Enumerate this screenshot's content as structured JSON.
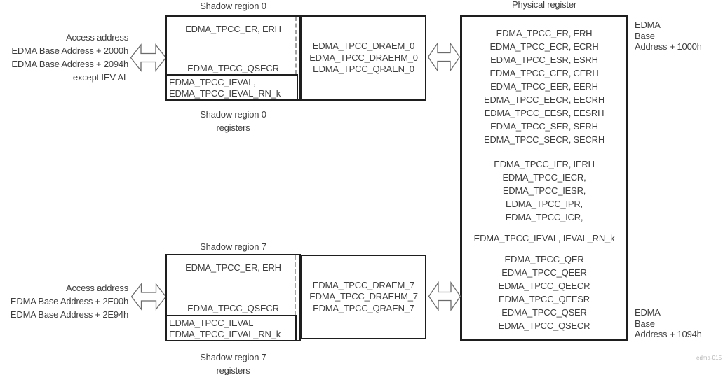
{
  "colors": {
    "text": "#3e3e3e",
    "border": "#1e1e1e",
    "dashed_line": "#a3a3a3",
    "arrow_outline": "#6b6b6b"
  },
  "watermark": "edma-015",
  "physical": {
    "title": "Physical register",
    "base_top": [
      "EDMA",
      "Base",
      "Address + 1000h"
    ],
    "base_bottom": [
      "EDMA",
      "Base",
      "Address + 1094h"
    ],
    "group_a": [
      "EDMA_TPCC_ER, ERH",
      "EDMA_TPCC_ECR, ECRH",
      "EDMA_TPCC_ESR, ESRH",
      "EDMA_TPCC_CER, CERH",
      "EDMA_TPCC_EER, EERH",
      "EDMA_TPCC_EECR, EECRH",
      "EDMA_TPCC_EESR, EESRH",
      "EDMA_TPCC_SER, SERH",
      "EDMA_TPCC_SECR, SECRH"
    ],
    "group_b": [
      "EDMA_TPCC_IER, IERH",
      "EDMA_TPCC_IECR,",
      "EDMA_TPCC_IESR,",
      "EDMA_TPCC_IPR,",
      "EDMA_TPCC_ICR,"
    ],
    "group_c": [
      "EDMA_TPCC_IEVAL, IEVAL_RN_k"
    ],
    "group_d": [
      "EDMA_TPCC_QER",
      "EDMA_TPCC_QEER",
      "EDMA_TPCC_QEECR",
      "EDMA_TPCC_QEESR",
      "EDMA_TPCC_QSER",
      "EDMA_TPCC_QSECR"
    ]
  },
  "region0": {
    "title": "Shadow region 0",
    "caption_line1": "Shadow region 0",
    "caption_line2": "registers",
    "access_label": "Access address",
    "access_line1": "EDMA Base Address + 2000h",
    "access_line2": "EDMA Base Address + 2094h",
    "access_note": "except IEV AL",
    "shadow_top": "EDMA_TPCC_ER, ERH",
    "shadow_bottom": "EDMA_TPCC_QSECR",
    "sub_line1": "EDMA_TPCC_IEVAL,",
    "sub_line2": "EDMA_TPCC_IEVAL_RN_k",
    "middle": [
      "EDMA_TPCC_DRAEM_0",
      "EDMA_TPCC_DRAEHM_0",
      "EDMA_TPCC_QRAEN_0"
    ]
  },
  "region7": {
    "title": "Shadow region 7",
    "caption_line1": "Shadow region 7",
    "caption_line2": "registers",
    "access_label": "Access address",
    "access_line1": "EDMA Base Address + 2E00h",
    "access_line2": "EDMA Base Address + 2E94h",
    "shadow_top": "EDMA_TPCC_ER, ERH",
    "shadow_bottom": "EDMA_TPCC_QSECR",
    "sub_line1": "EDMA_TPCC_IEVAL",
    "sub_line2": "EDMA_TPCC_IEVAL_RN_k",
    "middle": [
      "EDMA_TPCC_DRAEM_7",
      "EDMA_TPCC_DRAEHM_7",
      "EDMA_TPCC_QRAEN_7"
    ]
  }
}
